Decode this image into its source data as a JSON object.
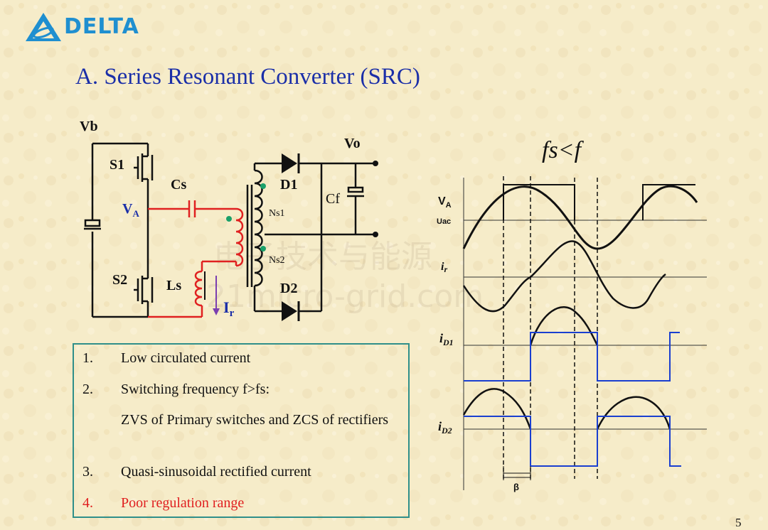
{
  "brand": {
    "name": "DELTA"
  },
  "title": "A. Series Resonant Converter (SRC)",
  "circuit": {
    "labels": {
      "vb": "Vb",
      "s1": "S1",
      "s2": "S2",
      "cs": "Cs",
      "va_main": "V",
      "va_sub": "A",
      "ls": "Ls",
      "ir_main": "I",
      "ir_sub": "r",
      "d1": "D1",
      "d2": "D2",
      "cf": "Cf",
      "vo": "Vo",
      "ns1": "Ns1",
      "ns2": "Ns2"
    }
  },
  "waveform": {
    "condition": "fs<f",
    "va_main": "V",
    "va_sub": "A",
    "uac": "Uac",
    "ir_main": "i",
    "ir_sub": "r",
    "id1_main": "i",
    "id1_sub": "D1",
    "id2_main": "i",
    "id2_sub": "D2",
    "beta": "β"
  },
  "list": {
    "items": [
      {
        "num": "1.",
        "text": "Low circulated current"
      },
      {
        "num": "2.",
        "text": "Switching frequency f>fs:"
      },
      {
        "num": "3.",
        "text": "Quasi-sinusoidal rectified current"
      },
      {
        "num": "4.",
        "text": "Poor regulation range"
      }
    ],
    "sub_text": "ZVS of Primary switches and ZCS of rectifiers"
  },
  "watermark": {
    "line1": "电子技术与能源",
    "line2": "21micro-grid.com"
  },
  "page_number": "5",
  "colors": {
    "title": "#1b2fa8",
    "highlight": "#e02020",
    "box_border": "#2f8f8a",
    "logo": "#1f8fd0",
    "wave_blue": "#1a3fd0"
  }
}
